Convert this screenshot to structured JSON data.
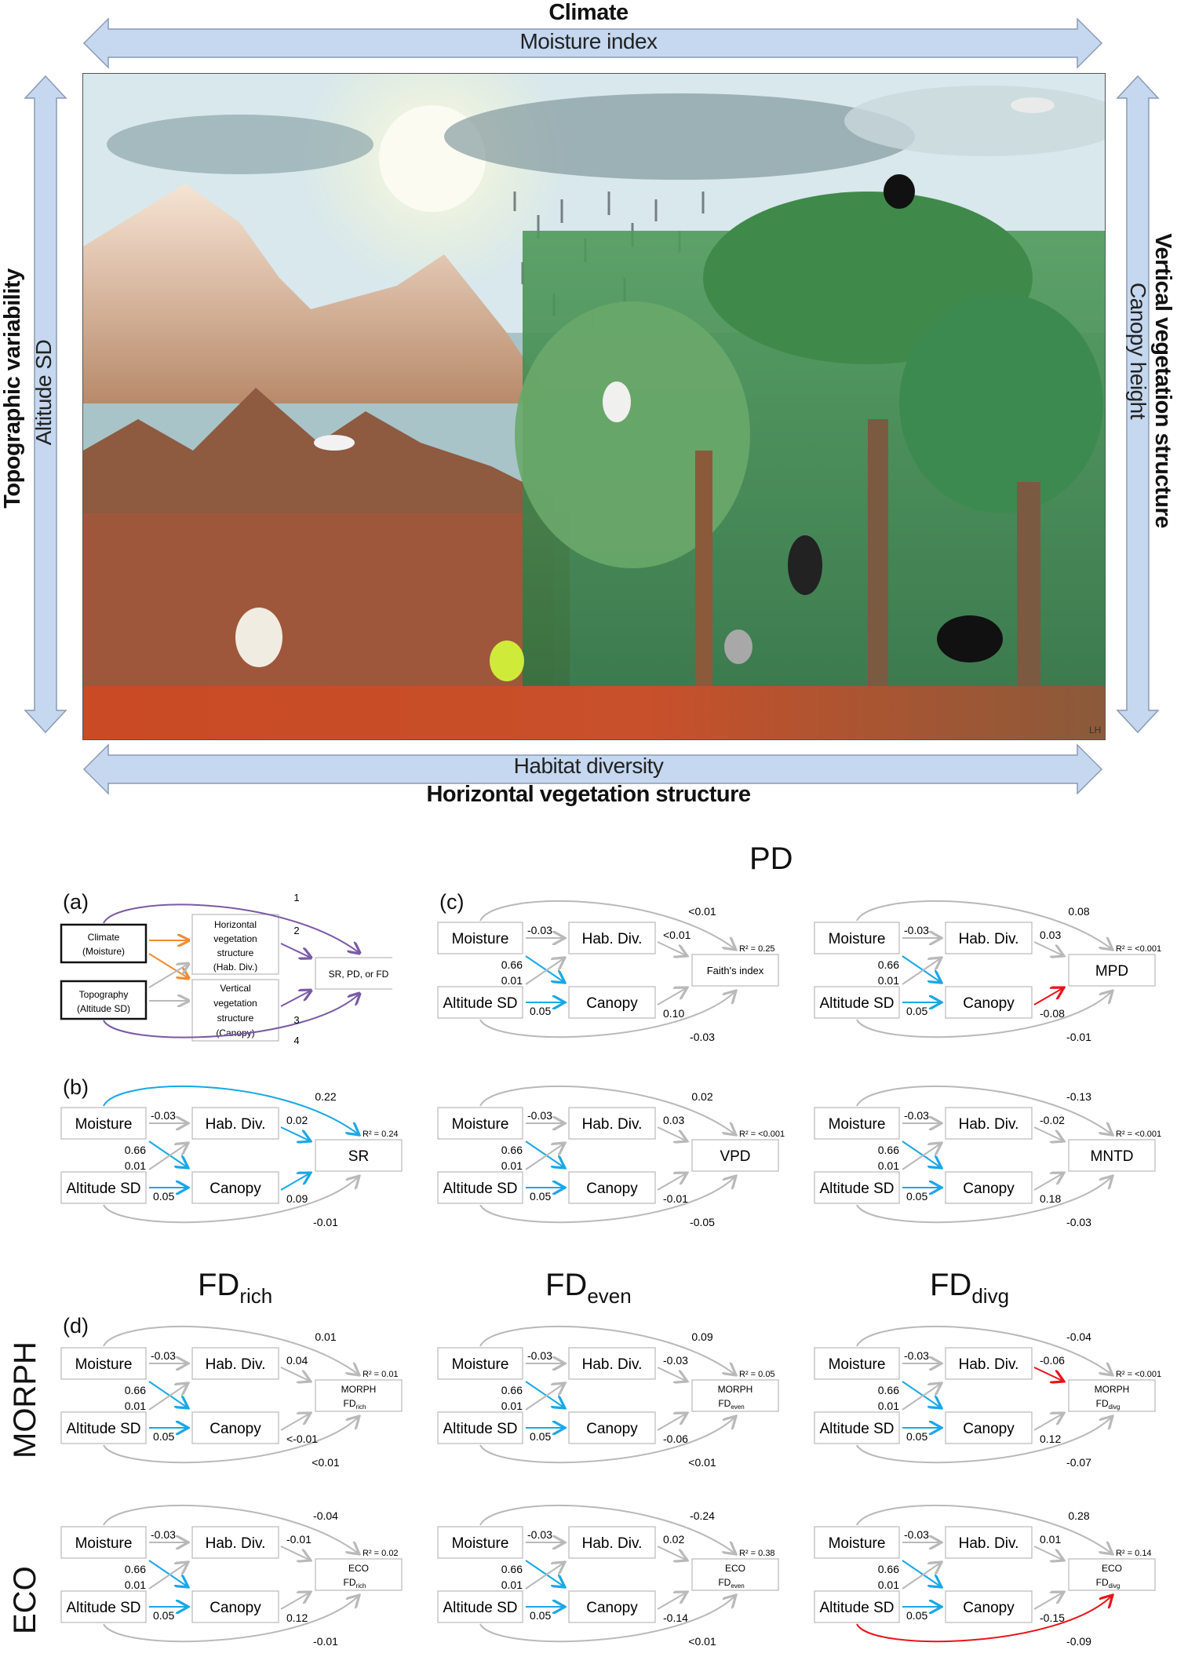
{
  "illustration": {
    "top_axis": {
      "title": "Climate",
      "subtitle": "Moisture index"
    },
    "bottom_axis": {
      "title": "Horizontal vegetation structure",
      "subtitle": "Habitat diversity"
    },
    "left_axis": {
      "title": "Topographic variability",
      "subtitle": "Altitude SD"
    },
    "right_axis": {
      "title": "Vertical vegetation structure",
      "subtitle": "Canopy height"
    },
    "scene_description": "Painted landscape gradient from dry red desert with mountains (left) to wet rainforest with rain clouds (right), featuring Australian birds",
    "artist_signature": "LH"
  },
  "colors": {
    "arrow_fill": "#c5d8f0",
    "arrow_stroke": "#8a9bb0",
    "positive": "#1aa7e6",
    "negative": "#e8141a",
    "nonsig": "#b9b9b9",
    "concept_orange": "#f28b30",
    "concept_purple": "#7a5aa6"
  },
  "section_titles": {
    "pd": "PD",
    "fd_rich": {
      "main": "FD",
      "sub": "rich"
    },
    "fd_even": {
      "main": "FD",
      "sub": "even"
    },
    "fd_divg": {
      "main": "FD",
      "sub": "divg"
    }
  },
  "row_labels": {
    "morph": "MORPH",
    "eco": "ECO"
  },
  "panel_a": {
    "letter": "(a)",
    "climate_box": [
      "Climate",
      "(Moisture)"
    ],
    "topo_box": [
      "Topography",
      "(Altitude SD)"
    ],
    "horiz_box": [
      "Horizontal",
      "vegetation",
      "structure",
      "(Hab. Div.)"
    ],
    "vert_box": [
      "Vertical",
      "vegetation",
      "structure",
      "(Canopy)"
    ],
    "response_box": "SR, PD, or FD",
    "path_labels": [
      "1",
      "2",
      "3",
      "4"
    ]
  },
  "nodes": {
    "moisture": "Moisture",
    "habdiv": "Hab. Div.",
    "altitude": "Altitude SD",
    "canopy": "Canopy"
  },
  "shared_paths": {
    "moist_hab": "-0.03",
    "moist_can": "0.66",
    "alt_hab": "0.01",
    "alt_can": "0.05"
  },
  "chart_data": {
    "type": "path-diagram",
    "title": "Structural equation models of bird diversity vs climate, topography and vegetation structure",
    "panels": [
      {
        "id": "b",
        "letter": "(b)",
        "response": [
          "SR"
        ],
        "r2": "R² = 0.24",
        "moist_resp": "0.22",
        "hab_resp": "0.02",
        "can_resp": "0.09",
        "alt_resp": "-0.01",
        "colors": {
          "moist_resp": "pos",
          "hab_resp": "pos",
          "can_resp": "pos",
          "alt_resp": "ns"
        }
      },
      {
        "id": "c1",
        "letter": "(c)",
        "response": [
          "Faith's index"
        ],
        "r2": "R² = 0.25",
        "moist_resp": "<0.01",
        "hab_resp": "<0.01",
        "can_resp": "0.10",
        "alt_resp": "-0.03",
        "colors": {
          "moist_resp": "ns",
          "hab_resp": "ns",
          "can_resp": "ns",
          "alt_resp": "ns"
        }
      },
      {
        "id": "c2",
        "response": [
          "MPD"
        ],
        "r2": "R² = <0.001",
        "moist_resp": "0.08",
        "hab_resp": "0.03",
        "can_resp": "-0.08",
        "alt_resp": "-0.01",
        "colors": {
          "moist_resp": "ns",
          "hab_resp": "ns",
          "can_resp": "neg",
          "alt_resp": "ns"
        }
      },
      {
        "id": "c3",
        "response": [
          "VPD"
        ],
        "r2": "R² = <0.001",
        "moist_resp": "0.02",
        "hab_resp": "0.03",
        "can_resp": "-0.01",
        "alt_resp": "-0.05",
        "colors": {
          "moist_resp": "ns",
          "hab_resp": "ns",
          "can_resp": "ns",
          "alt_resp": "ns"
        }
      },
      {
        "id": "c4",
        "response": [
          "MNTD"
        ],
        "r2": "R² = <0.001",
        "moist_resp": "-0.13",
        "hab_resp": "-0.02",
        "can_resp": "0.18",
        "alt_resp": "-0.03",
        "colors": {
          "moist_resp": "ns",
          "hab_resp": "ns",
          "can_resp": "ns",
          "alt_resp": "ns"
        }
      },
      {
        "id": "d1",
        "letter": "(d)",
        "response": [
          "MORPH",
          "FD",
          "rich"
        ],
        "r2": "R² = 0.01",
        "moist_resp": "0.01",
        "hab_resp": "0.04",
        "can_resp": "<-0.01",
        "alt_resp": "<0.01",
        "colors": {
          "moist_resp": "ns",
          "hab_resp": "ns",
          "can_resp": "ns",
          "alt_resp": "ns"
        }
      },
      {
        "id": "d2",
        "response": [
          "MORPH",
          "FD",
          "even"
        ],
        "r2": "R² = 0.05",
        "moist_resp": "0.09",
        "hab_resp": "-0.03",
        "can_resp": "-0.06",
        "alt_resp": "<0.01",
        "colors": {
          "moist_resp": "ns",
          "hab_resp": "ns",
          "can_resp": "ns",
          "alt_resp": "ns"
        }
      },
      {
        "id": "d3",
        "response": [
          "MORPH",
          "FD",
          "divg"
        ],
        "r2": "R² = <0.001",
        "moist_resp": "-0.04",
        "hab_resp": "-0.06",
        "can_resp": "0.12",
        "alt_resp": "-0.07",
        "colors": {
          "moist_resp": "ns",
          "hab_resp": "neg",
          "can_resp": "ns",
          "alt_resp": "ns"
        }
      },
      {
        "id": "d4",
        "response": [
          "ECO",
          "FD",
          "rich"
        ],
        "r2": "R² = 0.02",
        "moist_resp": "-0.04",
        "hab_resp": "-0.01",
        "can_resp": "0.12",
        "alt_resp": "-0.01",
        "colors": {
          "moist_resp": "ns",
          "hab_resp": "ns",
          "can_resp": "ns",
          "alt_resp": "ns"
        }
      },
      {
        "id": "d5",
        "response": [
          "ECO",
          "FD",
          "even"
        ],
        "r2": "R² = 0.38",
        "moist_resp": "-0.24",
        "hab_resp": "0.02",
        "can_resp": "-0.14",
        "alt_resp": "<0.01",
        "colors": {
          "moist_resp": "ns",
          "hab_resp": "ns",
          "can_resp": "ns",
          "alt_resp": "ns"
        }
      },
      {
        "id": "d6",
        "response": [
          "ECO",
          "FD",
          "divg"
        ],
        "r2": "R² = 0.14",
        "moist_resp": "0.28",
        "hab_resp": "0.01",
        "can_resp": "-0.15",
        "alt_resp": "-0.09",
        "colors": {
          "moist_resp": "ns",
          "hab_resp": "ns",
          "can_resp": "ns",
          "alt_resp": "neg"
        }
      }
    ]
  }
}
